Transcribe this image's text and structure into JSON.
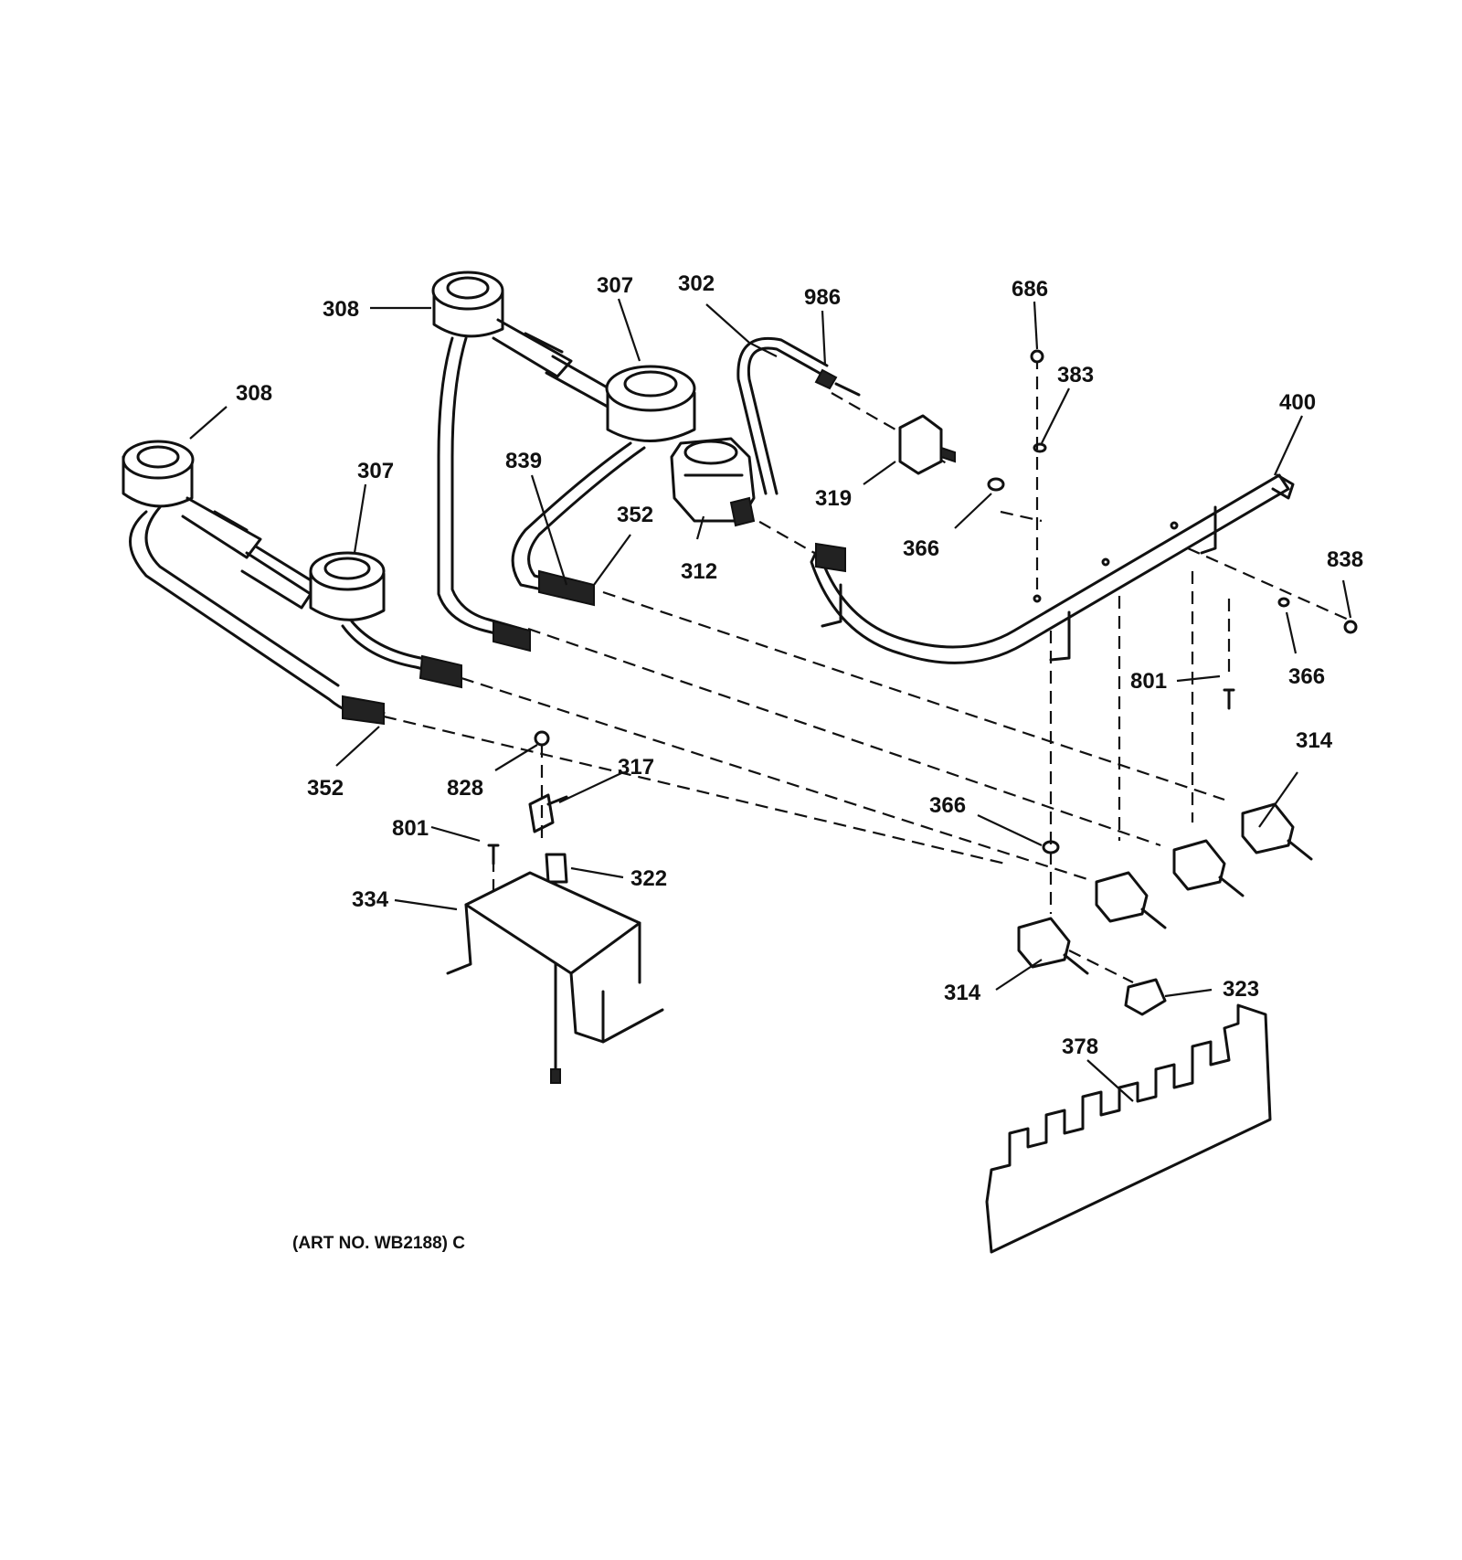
{
  "callouts": {
    "c308a": "308",
    "c308b": "308",
    "c307a": "307",
    "c307b": "307",
    "c302": "302",
    "c986": "986",
    "c686": "686",
    "c383": "383",
    "c400": "400",
    "c839": "839",
    "c352a": "352",
    "c352b": "352",
    "c312": "312",
    "c319": "319",
    "c366a": "366",
    "c366b": "366",
    "c366c": "366",
    "c838": "838",
    "c801a": "801",
    "c801b": "801",
    "c314a": "314",
    "c314b": "314",
    "c828": "828",
    "c317": "317",
    "c322": "322",
    "c334": "334",
    "c323": "323",
    "c378": "378"
  },
  "caption": "(ART NO. WB2188) C"
}
